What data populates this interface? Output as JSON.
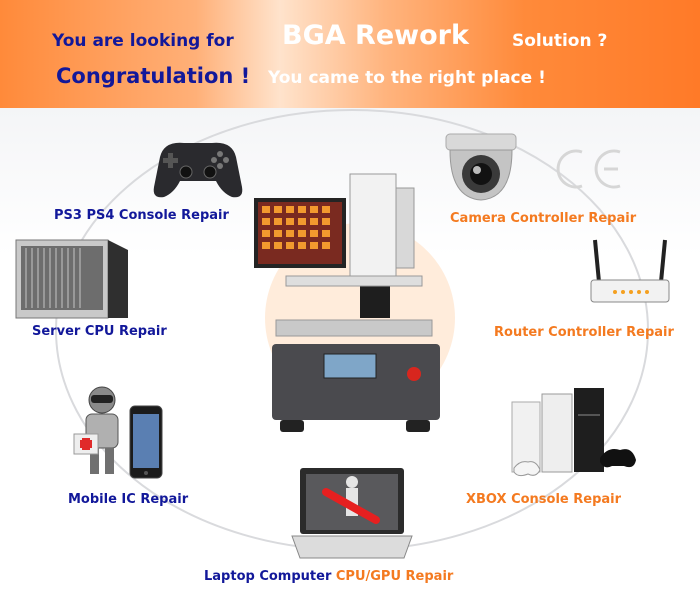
{
  "banner": {
    "line1_prefix": "You are looking for",
    "line1_highlight": "BGA Rework",
    "line1_suffix": "Solution ?",
    "line2_prefix": "Congratulation !",
    "line2_suffix": "You came to the right place !"
  },
  "labels": {
    "ps3": "PS3 PS4 Console Repair",
    "camera": "Camera Controller Repair",
    "server": "Server CPU Repair",
    "router": "Router Controller Repair",
    "mobile": "Mobile IC Repair",
    "xbox": "XBOX Console Repair",
    "laptop_prefix": "Laptop Computer",
    "laptop_suffix": "CPU/GPU Repair"
  },
  "colors": {
    "banner_orange": "#ff7a28",
    "dark_blue": "#12189a",
    "label_orange": "#f47a20"
  },
  "icons": [
    "gamepad-icon",
    "security-camera-icon",
    "ce-mark-icon",
    "server-rack-icon",
    "wifi-router-icon",
    "robot-mascot-icon",
    "smartphone-icon",
    "xbox-console-icon",
    "laptop-icon",
    "bga-rework-station-icon"
  ]
}
